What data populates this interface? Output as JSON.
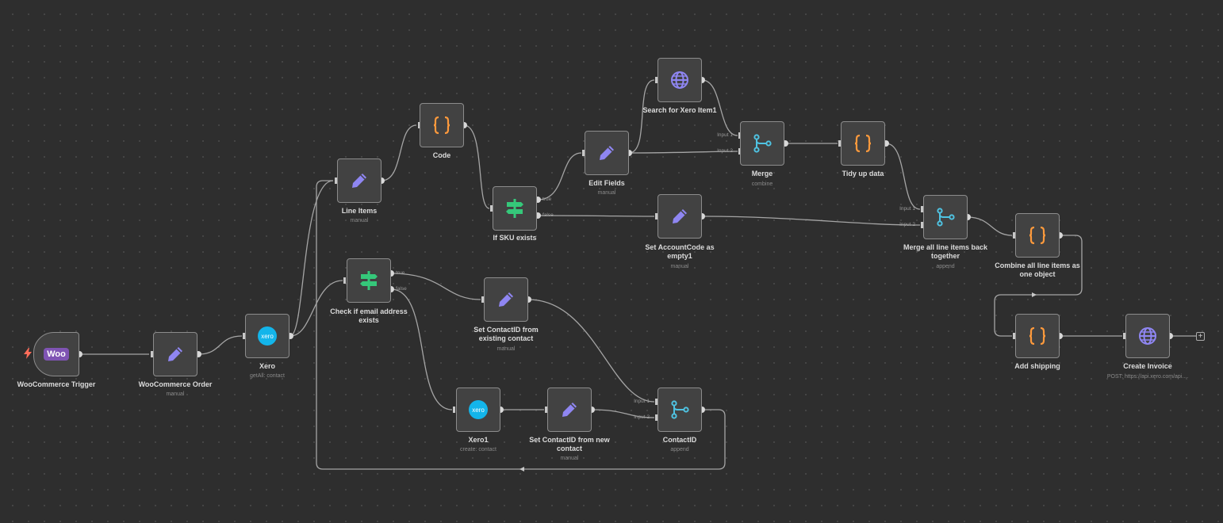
{
  "workflow": {
    "nodes": [
      {
        "id": "woo",
        "name": "WooCommerce Trigger",
        "subtitle": "",
        "icon": "woocommerce-icon"
      },
      {
        "id": "order",
        "name": "WooCommerce Order",
        "subtitle": "manual",
        "icon": "pencil-icon"
      },
      {
        "id": "xero",
        "name": "Xero",
        "subtitle": "getAll: contact",
        "icon": "xero-icon"
      },
      {
        "id": "lineitems",
        "name": "Line Items",
        "subtitle": "manual",
        "icon": "pencil-icon"
      },
      {
        "id": "code",
        "name": "Code",
        "subtitle": "",
        "icon": "code-braces-icon"
      },
      {
        "id": "ifsku",
        "name": "If SKU exists",
        "subtitle": "",
        "icon": "signpost-icon"
      },
      {
        "id": "editfields",
        "name": "Edit Fields",
        "subtitle": "manual",
        "icon": "pencil-icon"
      },
      {
        "id": "searchxero",
        "name": "Search for Xero Item1",
        "subtitle": "",
        "icon": "globe-icon"
      },
      {
        "id": "merge",
        "name": "Merge",
        "subtitle": "combine",
        "icon": "merge-icon"
      },
      {
        "id": "tidy",
        "name": "Tidy up data",
        "subtitle": "",
        "icon": "code-braces-icon"
      },
      {
        "id": "setacct",
        "name": "Set AccountCode as empty1",
        "subtitle": "manual",
        "icon": "pencil-icon"
      },
      {
        "id": "mergeall",
        "name": "Merge all line items back together",
        "subtitle": "append",
        "icon": "merge-icon"
      },
      {
        "id": "combine",
        "name": "Combine all line items as one object",
        "subtitle": "",
        "icon": "code-braces-icon"
      },
      {
        "id": "checkemail",
        "name": "Check if email address exists",
        "subtitle": "",
        "icon": "signpost-icon"
      },
      {
        "id": "setcontact",
        "name": "Set ContactID from existing contact",
        "subtitle": "manual",
        "icon": "pencil-icon"
      },
      {
        "id": "xero1",
        "name": "Xero1",
        "subtitle": "create: contact",
        "icon": "xero-icon"
      },
      {
        "id": "setnew",
        "name": "Set ContactID from new contact",
        "subtitle": "manual",
        "icon": "pencil-icon"
      },
      {
        "id": "contactid",
        "name": "ContactID",
        "subtitle": "append",
        "icon": "merge-icon"
      },
      {
        "id": "shipping",
        "name": "Add shipping",
        "subtitle": "",
        "icon": "code-braces-icon"
      },
      {
        "id": "invoice",
        "name": "Create Invoice",
        "subtitle": "POST: https://api.xero.com/api....",
        "icon": "globe-icon"
      }
    ],
    "port_labels": {
      "true": "true",
      "false": "false",
      "input1": "Input 1",
      "input2": "Input 2"
    },
    "woo_logo_text": "Woo",
    "xero_logo_text": "xero",
    "add_button": "+",
    "colors": {
      "canvas": "#2e2e2e",
      "node": "#424242",
      "pencil": "#8f86f2",
      "code": "#ff9a3c",
      "signpost": "#35c87a",
      "merge": "#4fc3e2",
      "globe": "#8f86f2",
      "xero": "#13b5ea",
      "woo": "#7f54b3",
      "trigger_bolt": "#ff6d5a"
    }
  }
}
